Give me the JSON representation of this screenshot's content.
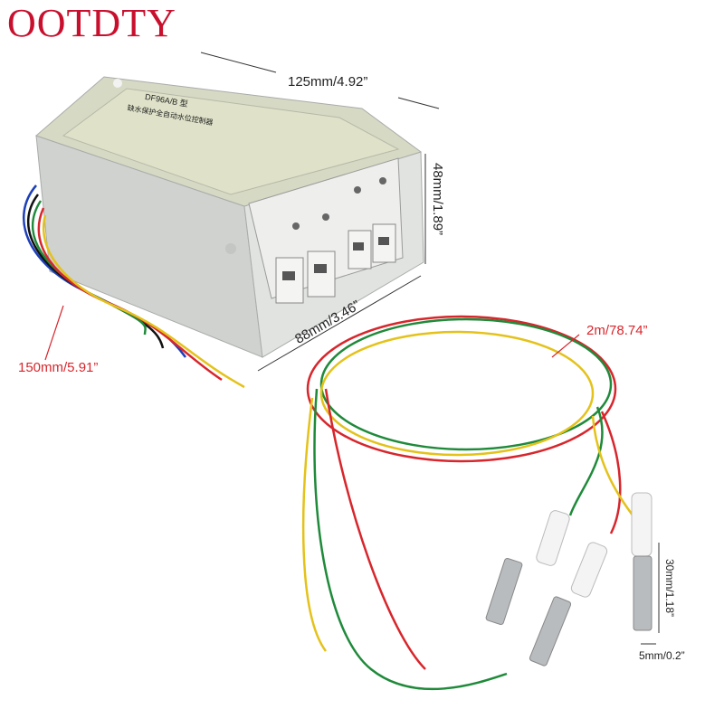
{
  "brand": {
    "logo_text": "OOTDTY",
    "color": "#c8102e"
  },
  "product": {
    "model_label": "DF96A/B 型",
    "title_label": "缺水保护全自动水位控制器"
  },
  "dimensions": {
    "width": "125mm/4.92”",
    "height": "48mm/1.89”",
    "depth": "88mm/3.46”",
    "lead_wire": "150mm/5.91”",
    "cable_length": "2m/78.74”",
    "probe_length": "30mm/1.18”",
    "probe_diameter": "5mm/0.2”"
  },
  "colors": {
    "housing": "#d9dcd9",
    "label": "#dcdfc2",
    "terminal": "#e8e8e6",
    "wire_red": "#d7262c",
    "wire_green": "#1f8a3a",
    "wire_yellow": "#e4c21a",
    "wire_blue": "#1d3fb8",
    "wire_black": "#111111",
    "probe_metal": "#b8bcbf",
    "annotation": "#d7262c"
  }
}
